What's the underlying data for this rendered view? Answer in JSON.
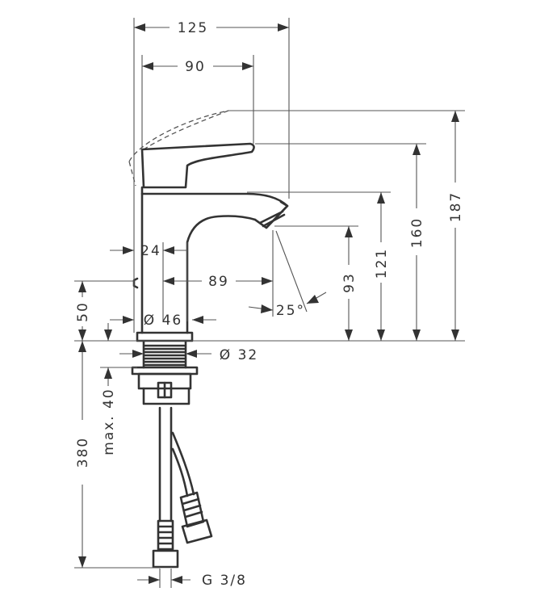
{
  "dimensions": {
    "overall_width": "125",
    "lever_reach": "90",
    "total_height": "187",
    "lever_height": "160",
    "spout_height": "121",
    "outlet_clearance": "93",
    "pop_up_offset": "24",
    "spout_projection": "89",
    "spray_angle": "25°",
    "base_height": "50",
    "body_diameter": "Ø 46",
    "shank_diameter": "Ø 32",
    "max_deck_thickness": "max. 40",
    "hose_length": "380",
    "connection_thread": "G 3/8"
  },
  "colors": {
    "line": "#333333",
    "background": "#ffffff"
  }
}
